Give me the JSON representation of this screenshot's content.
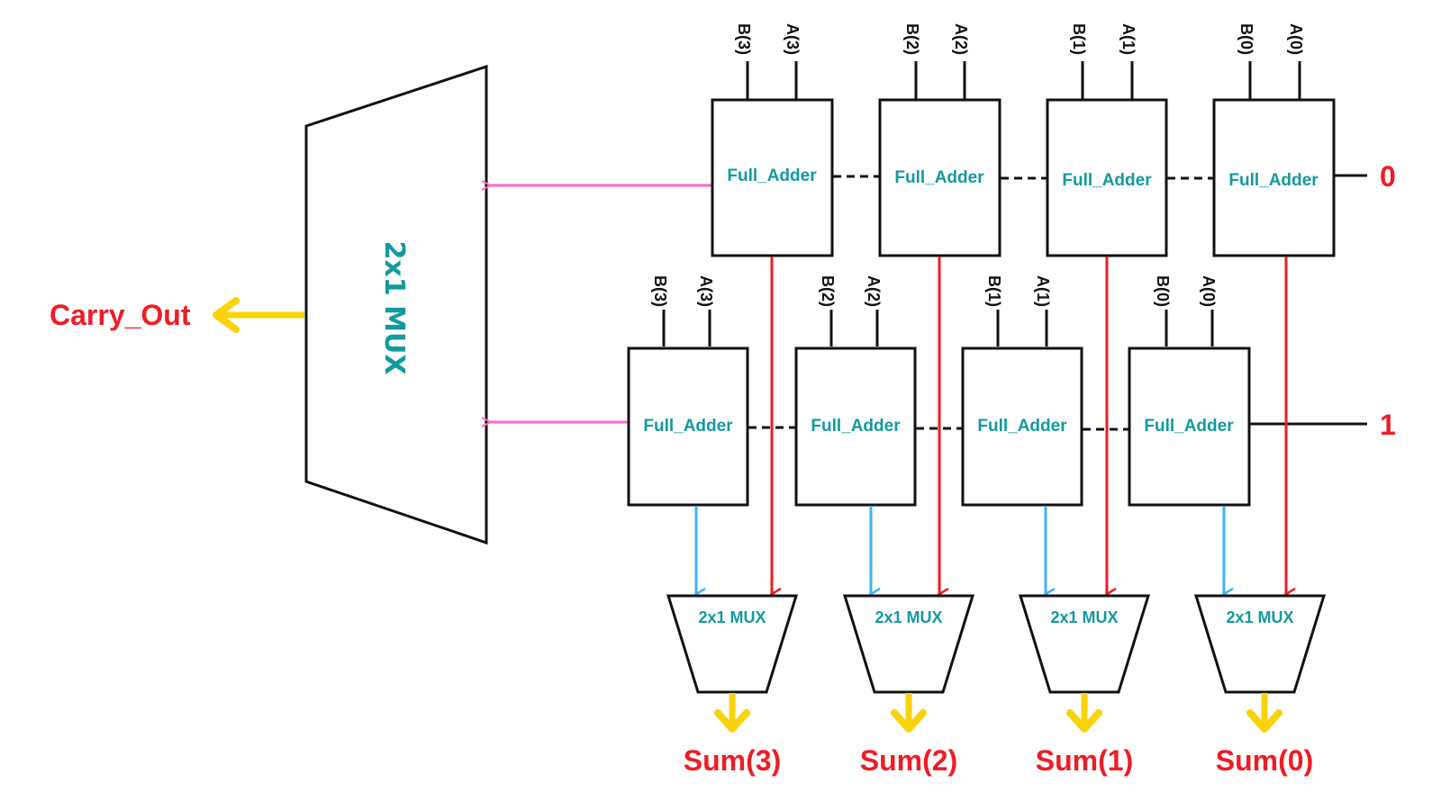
{
  "colors": {
    "label_teal": "#129a9e",
    "output_red": "#ef1c25",
    "carry_pink": "#ff66cc",
    "sum_blue": "#3fb4ee",
    "output_yellow": "#f9d308",
    "wire_black": "#111111"
  },
  "main_mux": {
    "label": "2x1 MUX"
  },
  "carry_out": {
    "label": "Carry_Out"
  },
  "carry_in": {
    "row0": "0",
    "row1": "1"
  },
  "adder_label": "Full_Adder",
  "top_row": [
    {
      "b": "B(3)",
      "a": "A(3)"
    },
    {
      "b": "B(2)",
      "a": "A(2)"
    },
    {
      "b": "B(1)",
      "a": "A(1)"
    },
    {
      "b": "B(0)",
      "a": "A(0)"
    }
  ],
  "bottom_row": [
    {
      "b": "B(3)",
      "a": "A(3)"
    },
    {
      "b": "B(2)",
      "a": "A(2)"
    },
    {
      "b": "B(1)",
      "a": "A(1)"
    },
    {
      "b": "B(0)",
      "a": "A(0)"
    }
  ],
  "output_muxes": [
    {
      "label": "2x1 MUX",
      "sum": "Sum(3)"
    },
    {
      "label": "2x1 MUX",
      "sum": "Sum(2)"
    },
    {
      "label": "2x1 MUX",
      "sum": "Sum(1)"
    },
    {
      "label": "2x1 MUX",
      "sum": "Sum(0)"
    }
  ]
}
